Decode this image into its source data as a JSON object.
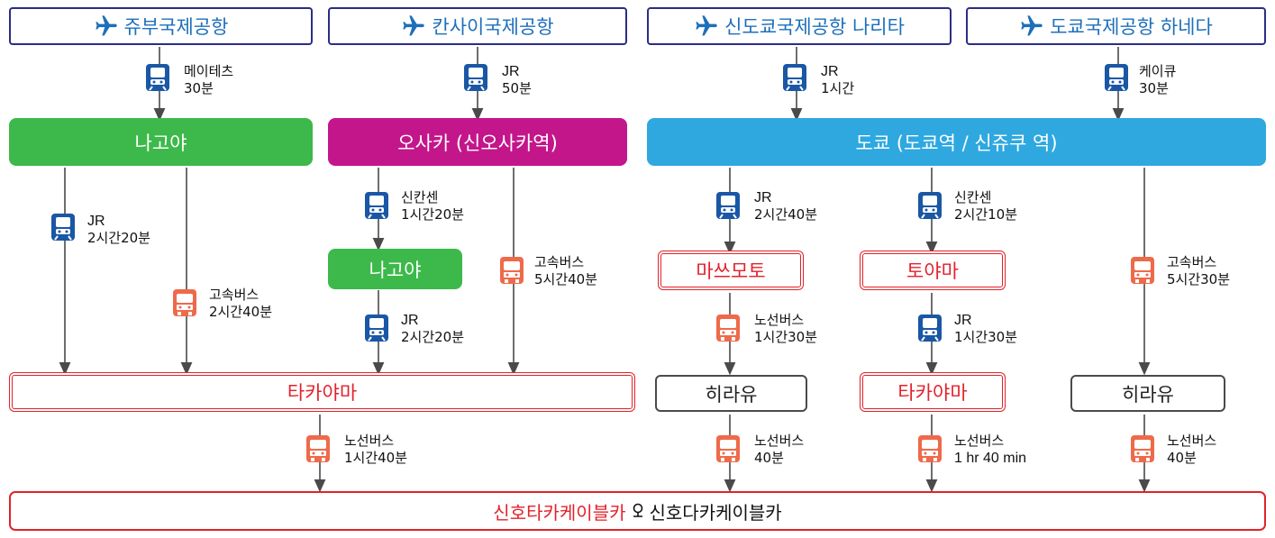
{
  "colors": {
    "airport_text": "#1e6fba",
    "airport_border": "#2b2d84",
    "train": "#1a57a5",
    "bus": "#ee6a4a",
    "dest_red": "#e2222b",
    "nagoya": "#3cb94a",
    "osaka": "#c4168b",
    "tokyo": "#2fa8e0"
  },
  "airports": {
    "chubu": "쥬부국제공항",
    "kansai": "칸사이국제공항",
    "narita": "신도쿄국제공항 나리타",
    "haneda": "도쿄국제공항 하네다"
  },
  "hubs": {
    "nagoya": "나고야",
    "osaka": "오사카 (신오사카역)",
    "tokyo": "도쿄 (도쿄역 / 신쥬쿠 역)",
    "nagoya2": "나고야"
  },
  "routes": {
    "chubu_nagoya": {
      "name": "메이테츠",
      "time": "30분"
    },
    "kansai_osaka": {
      "name": "JR",
      "time": "50분"
    },
    "narita_tokyo": {
      "name": "JR",
      "time": "1시간"
    },
    "haneda_tokyo": {
      "name": "케이큐",
      "time": "30분"
    },
    "nagoya_jr": {
      "name": "JR",
      "time": "2시간20분"
    },
    "nagoya_bus": {
      "name": "고속버스",
      "time": "2시간40분"
    },
    "osaka_shinkansen": {
      "name": "신칸센",
      "time": "1시간20분"
    },
    "nagoya2_jr": {
      "name": "JR",
      "time": "2시간20분"
    },
    "osaka_bus": {
      "name": "고속버스",
      "time": "5시간40분"
    },
    "tokyo_jr": {
      "name": "JR",
      "time": "2시간40분"
    },
    "tokyo_shinkansen": {
      "name": "신칸센",
      "time": "2시간10분"
    },
    "tokyo_bus": {
      "name": "고속버스",
      "time": "5시간30분"
    },
    "matsumoto_bus": {
      "name": "노선버스",
      "time": "1시간30분"
    },
    "toyama_jr": {
      "name": "JR",
      "time": "1시간30분"
    },
    "takayama_bus": {
      "name": "노선버스",
      "time": "1시간40분"
    },
    "hirayu_bus1": {
      "name": "노선버스",
      "time": "40분"
    },
    "takayama2_bus": {
      "name": "노선버스",
      "time": "1 hr 40 min"
    },
    "hirayu_bus2": {
      "name": "노선버스",
      "time": "40분"
    }
  },
  "stops": {
    "takayama": "타카야마",
    "matsumoto": "마쓰모토",
    "toyama": "토야마",
    "hirayu1": "히라유",
    "takayama2": "타카야마",
    "hirayu2": "히라유"
  },
  "final": {
    "name_red": "신호타카케이블카",
    "name_black": "신호다카케이블카"
  }
}
